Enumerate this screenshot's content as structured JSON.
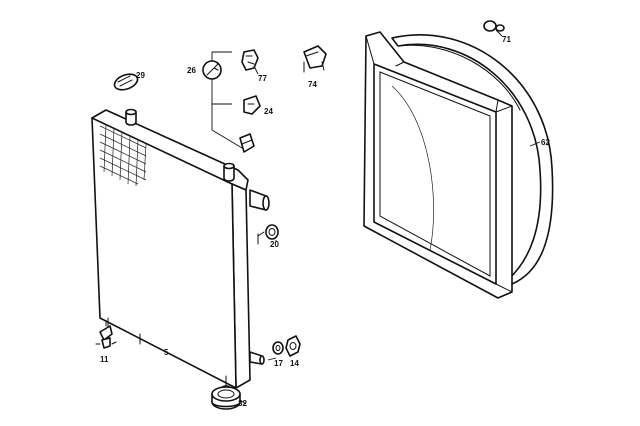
{
  "parts": [
    {
      "id": "p29",
      "label": "29"
    },
    {
      "id": "p26",
      "label": "26"
    },
    {
      "id": "p77",
      "label": "77"
    },
    {
      "id": "p24",
      "label": "24"
    },
    {
      "id": "p74",
      "label": "74"
    },
    {
      "id": "p71",
      "label": "71"
    },
    {
      "id": "p62",
      "label": "62"
    },
    {
      "id": "p20",
      "label": "20"
    },
    {
      "id": "p11",
      "label": "11"
    },
    {
      "id": "p5",
      "label": "5"
    },
    {
      "id": "p17",
      "label": "17"
    },
    {
      "id": "p14",
      "label": "14"
    },
    {
      "id": "p32",
      "label": "32"
    }
  ]
}
